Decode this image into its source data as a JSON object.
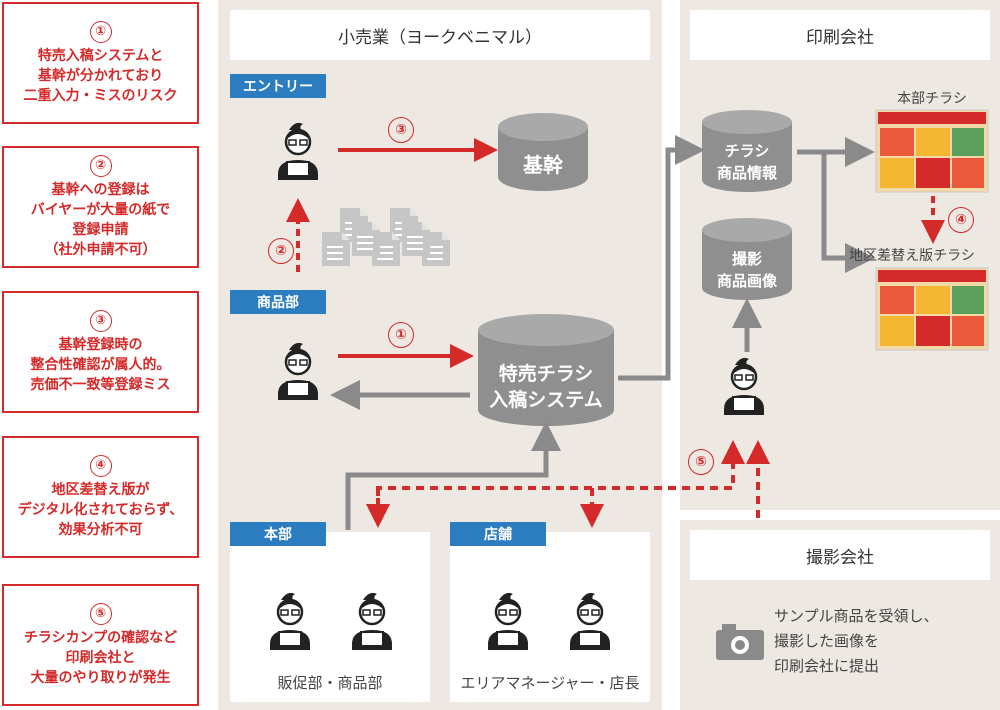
{
  "issues": [
    {
      "num": "①",
      "text": "特売入稿システムと\n基幹が分かれており\n二重入力・ミスのリスク"
    },
    {
      "num": "②",
      "text": "基幹への登録は\nバイヤーが大量の紙で\n登録申請\n（社外申請不可）"
    },
    {
      "num": "③",
      "text": "基幹登録時の\n整合性確認が属人的。\n売価不一致等登録ミス"
    },
    {
      "num": "④",
      "text": "地区差替え版が\nデジタル化されておらず、\n効果分析不可"
    },
    {
      "num": "⑤",
      "text": "チラシカンプの確認など\n印刷会社と\n大量のやり取りが発生"
    }
  ],
  "retail": {
    "title": "小売業（ヨークベニマル）",
    "entry_tag": "エントリー",
    "merch_tag": "商品部",
    "hq_tag": "本部",
    "store_tag": "店舗",
    "core_db": "基幹",
    "special_db": "特売チラシ\n入稿システム",
    "hq_caption": "販促部・商品部",
    "store_caption": "エリアマネージャー・店長"
  },
  "printer": {
    "title": "印刷会社",
    "flyer_db": "チラシ\n商品情報",
    "image_db": "撮影\n商品画像",
    "hq_flyer": "本部チラシ",
    "regional_flyer": "地区差替え版チラシ"
  },
  "photo": {
    "title": "撮影会社",
    "description": "サンプル商品を受領し、\n撮影した画像を\n印刷会社に提出"
  },
  "markers": {
    "m1": "①",
    "m2": "②",
    "m3": "③",
    "m4": "④",
    "m5": "⑤"
  },
  "colors": {
    "red": "#d42a2a",
    "blue": "#2b7dc0",
    "gray": "#8a8a8a",
    "panel": "#ede9e2"
  }
}
